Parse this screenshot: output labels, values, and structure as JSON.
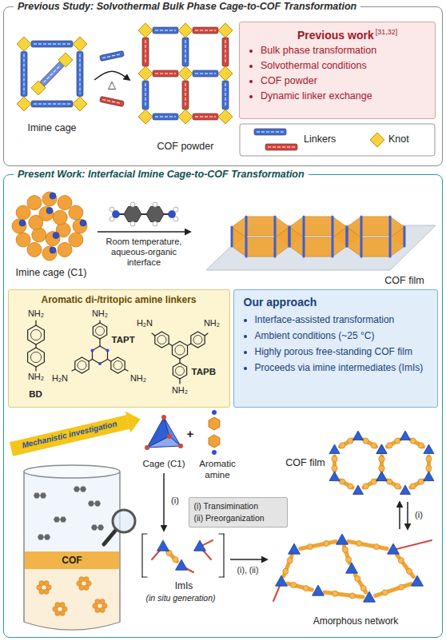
{
  "diagram": {
    "nodes": [
      {
        "text": [
          "Previous Study: Solvothermal Bulk Phase Cage-to-COF Transformation"
        ]
      },
      {
        "text": [
          "Previous work",
          "[31,32]",
          "Bulk phase transformation",
          "Solvothermal conditions",
          "COF powder",
          "Dynamic linker exchange"
        ],
        "in": 0
      },
      {
        "text": [
          "Present Work: Interfacial Imine Cage-to-COF Transformation"
        ]
      },
      {
        "text": [
          "Aromatic di-/tritopic amine linkers",
          "BD",
          "TAPT",
          "TAPB"
        ],
        "in": 2
      },
      {
        "text": [
          "Our approach",
          "Interface-assisted transformation",
          "Ambient conditions (~25 °C)",
          "Highly porous free-standing COF film",
          "Proceeds via imine intermediates (ImIs)"
        ],
        "in": 2
      },
      {
        "text": [
          "(i) Transimination",
          "(ii) Preorganization"
        ],
        "in": 2
      }
    ],
    "labels": [
      "Imine cage",
      "△",
      "COF powder",
      "Imine cage (C1)",
      "Room temperature, aqueous-organic interface",
      "COF film",
      "NH₂",
      "NH₂",
      "NH₂",
      "H₂N",
      "NH₂",
      "H₂N",
      "NH₂",
      "NH₂",
      "Mechanistic investigation",
      "Cage (C1)",
      "+",
      "Aromatic amine",
      "(i)",
      "COF film",
      "COF",
      "ImIs",
      "(in situ generation)",
      "(i), (ii)",
      "(i)",
      "Amorphous network"
    ],
    "legend": [
      {
        "text": "Linkers"
      },
      {
        "text": "Knot"
      }
    ]
  }
}
